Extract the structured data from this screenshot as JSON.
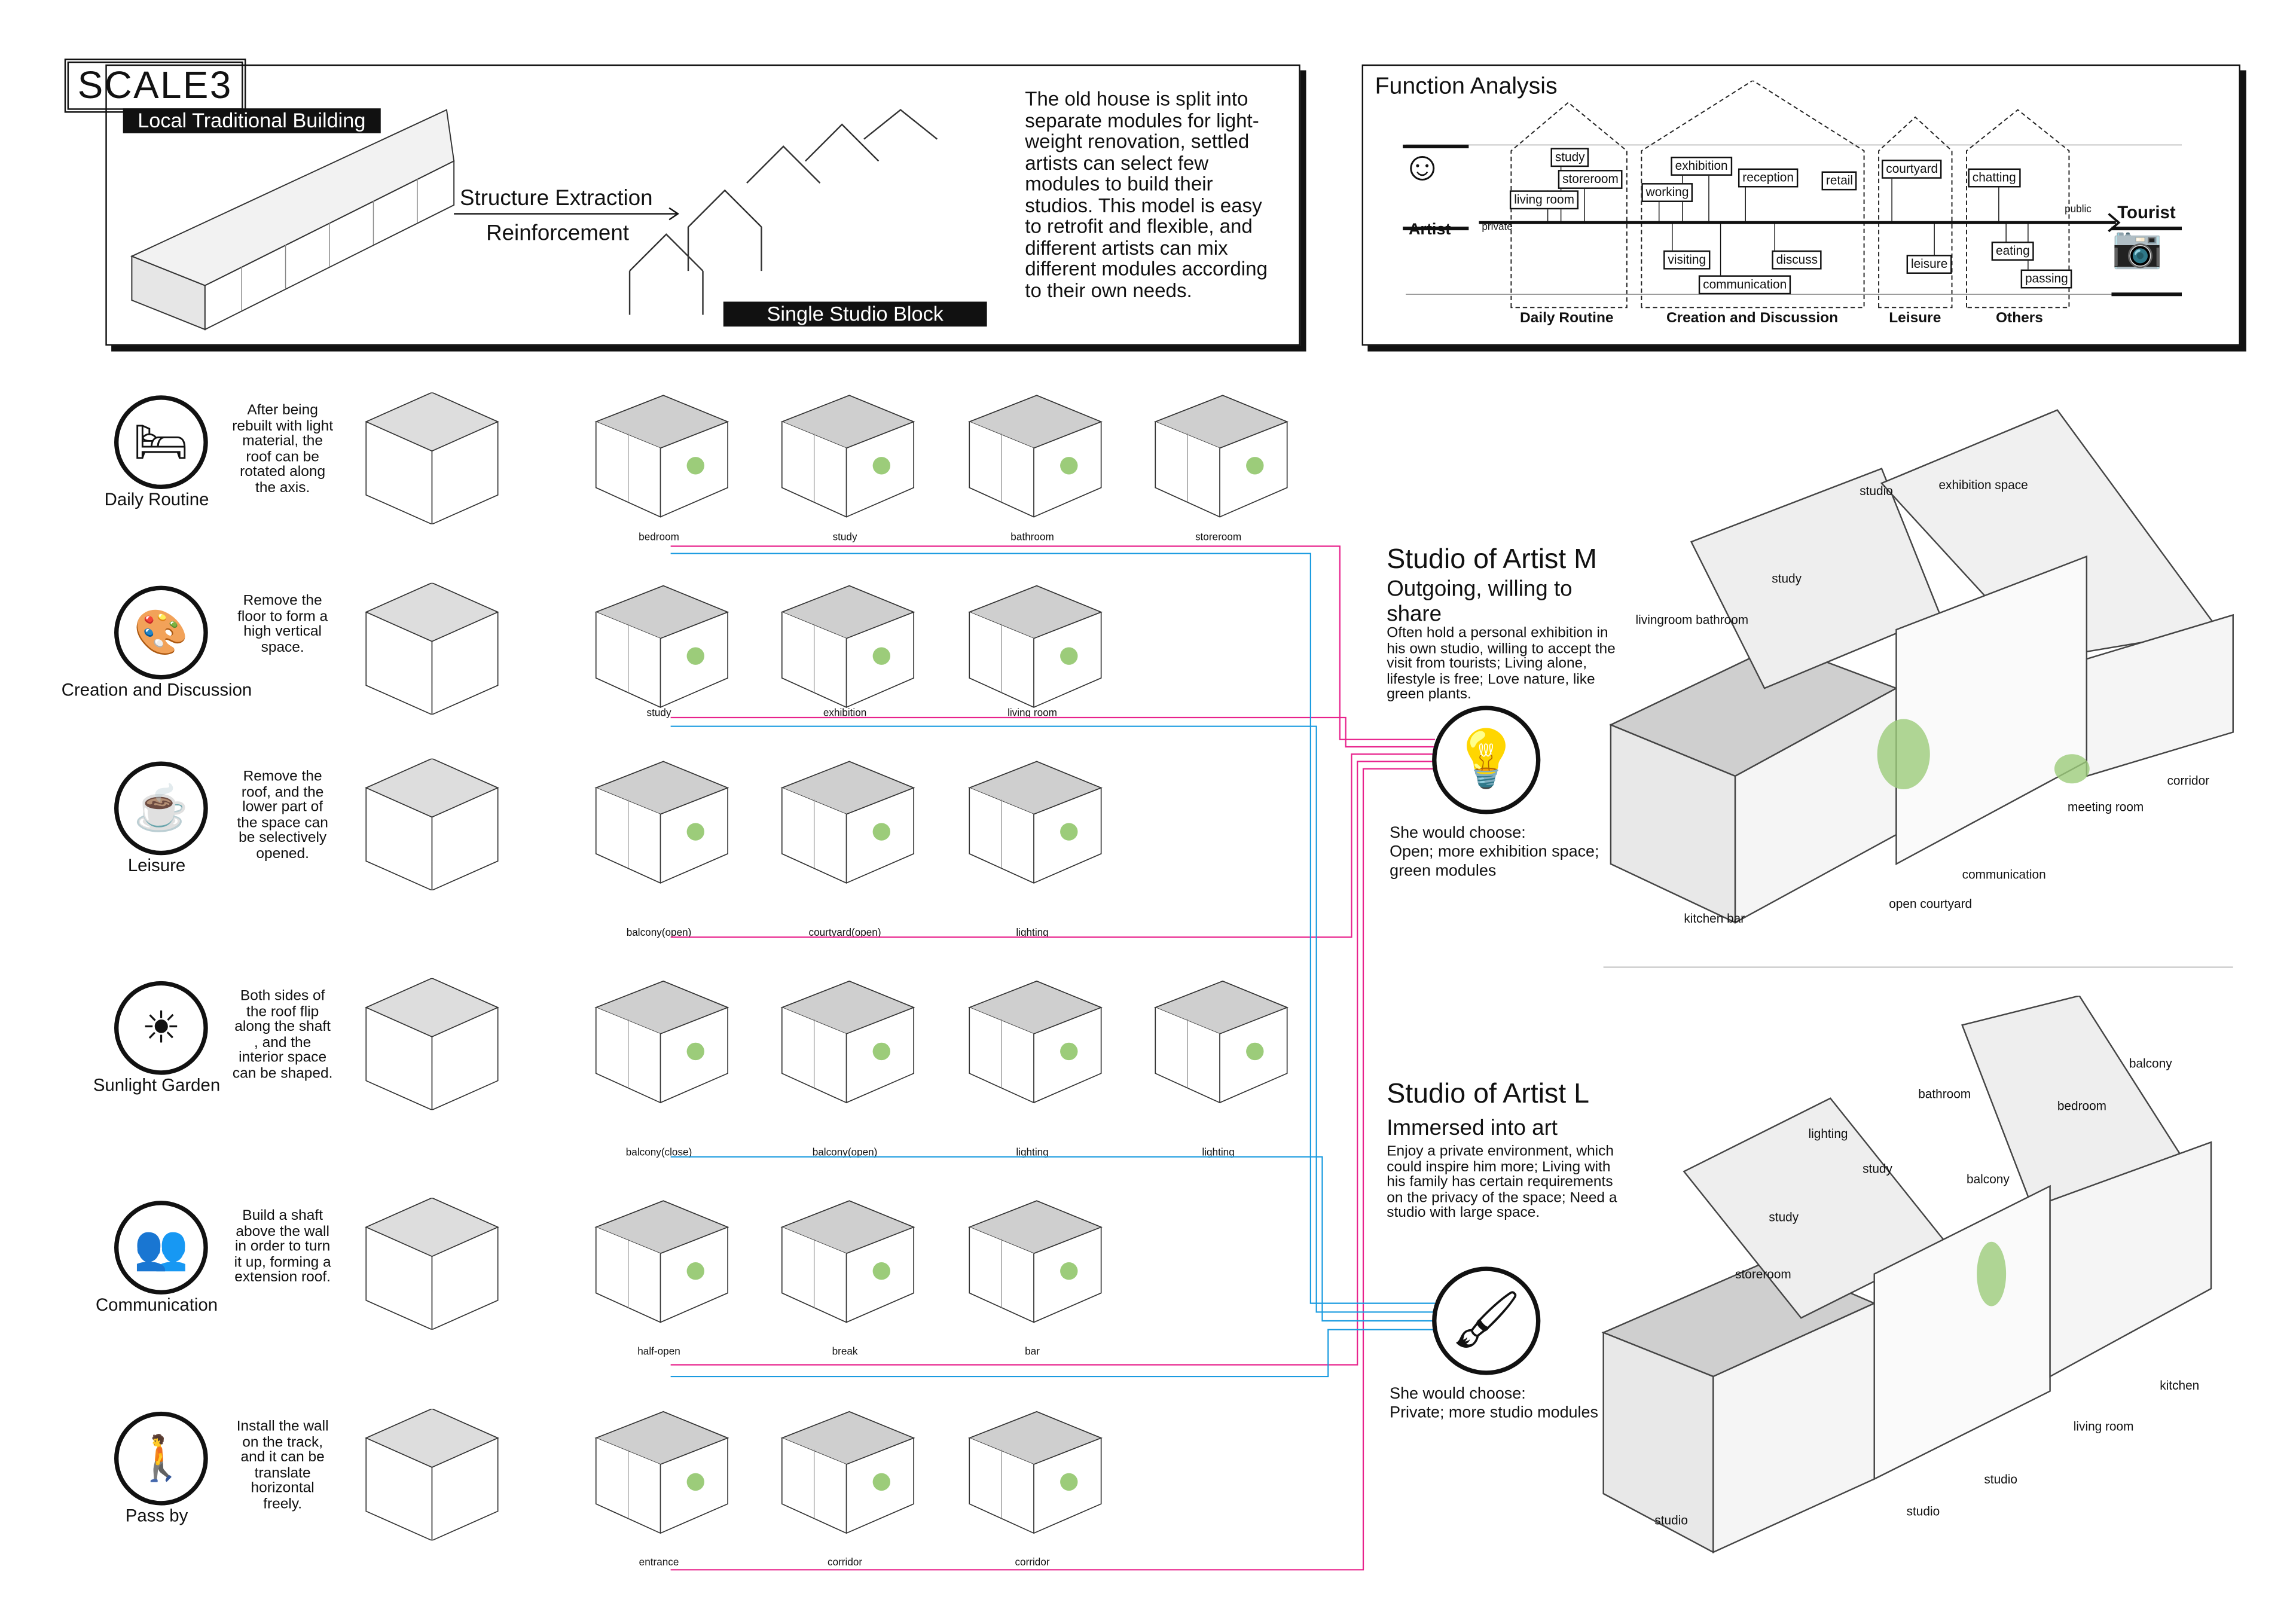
{
  "header": {
    "logo": "SCALE3",
    "subtitle": "Local Traditional Building",
    "step1": "Structure Extraction",
    "step2": "Reinforcement",
    "block_label": "Single Studio Block",
    "intro": "The old house is split into separate modules for light-weight renovation, settled artists can select few modules to build their studios. This model is easy to retrofit and flexible, and different artists can mix different modules according to their own needs."
  },
  "function_analysis": {
    "title": "Function Analysis",
    "artist": "Artist",
    "tourist": "Tourist",
    "private": "private",
    "public": "public",
    "groups": [
      {
        "name": "Daily Routine",
        "tags": [
          "study",
          "storeroom",
          "living room"
        ]
      },
      {
        "name": "Creation and Discussion",
        "tags": [
          "exhibition",
          "reception",
          "retail",
          "working",
          "visiting",
          "discuss",
          "communication"
        ]
      },
      {
        "name": "Leisure",
        "tags": [
          "courtyard",
          "leisure"
        ]
      },
      {
        "name": "Others",
        "tags": [
          "chatting",
          "eating",
          "passing"
        ]
      }
    ]
  },
  "categories": [
    {
      "label": "Daily Routine",
      "icon": "bed-icon",
      "desc": "After being rebuilt with light material, the roof can be rotated along the axis.",
      "modules": [
        "bedroom",
        "study",
        "bathroom",
        "storeroom"
      ]
    },
    {
      "label": "Creation and Discussion",
      "icon": "palette-icon",
      "desc": "Remove the floor to form a high vertical space.",
      "modules": [
        "study",
        "exhibition",
        "living room"
      ]
    },
    {
      "label": "Leisure",
      "icon": "coffee-cup-icon",
      "desc": "Remove the roof, and the lower part of the space can be selectively opened.",
      "modules": [
        "balcony(open)",
        "courtyard(open)",
        "lighting"
      ]
    },
    {
      "label": "Sunlight Garden",
      "icon": "sun-lounger-icon",
      "desc": "Both sides of the roof flip along the shaft , and the interior space can be shaped.",
      "modules": [
        "balcony(close)",
        "balcony(open)",
        "lighting",
        "lighting"
      ]
    },
    {
      "label": "Communication",
      "icon": "people-chat-icon",
      "desc": "Build a shaft above the wall in order to turn it up, forming a extension roof.",
      "modules": [
        "half-open",
        "break",
        "bar"
      ]
    },
    {
      "label": "Pass by",
      "icon": "walking-person-icon",
      "desc": "Install the wall on the track, and it can be translate horizontal freely.",
      "modules": [
        "entrance",
        "corridor",
        "corridor"
      ]
    }
  ],
  "studio_m": {
    "title": "Studio of Artist M",
    "subtitle": "Outgoing, willing to share",
    "desc": "Often hold a personal exhibition in his own studio, willing to accept the visit from tourists; Living alone, lifestyle is free; Love nature, like green plants.",
    "choose_label": "She would choose:",
    "choice": "Open; more exhibition space; green modules",
    "labels": [
      "studio",
      "exhibition space",
      "study",
      "livingroom bathroom",
      "corridor",
      "meeting room",
      "communication",
      "open courtyard",
      "kitchen bar"
    ]
  },
  "studio_l": {
    "title": "Studio of Artist L",
    "subtitle": "Immersed into art",
    "desc": "Enjoy a private environment, which could inspire him more; Living with his family has certain requirements on the privacy of the space; Need a studio with large space.",
    "choose_label": "She would choose:",
    "choice": "Private; more studio modules",
    "labels": [
      "balcony",
      "bedroom",
      "bathroom",
      "lighting",
      "study",
      "balcony",
      "study",
      "storeroom",
      "kitchen",
      "living room",
      "studio",
      "studio",
      "studio"
    ]
  },
  "colors": {
    "pink": "#e8228c",
    "blue": "#1a9be0",
    "green": "#9ccc7a"
  }
}
